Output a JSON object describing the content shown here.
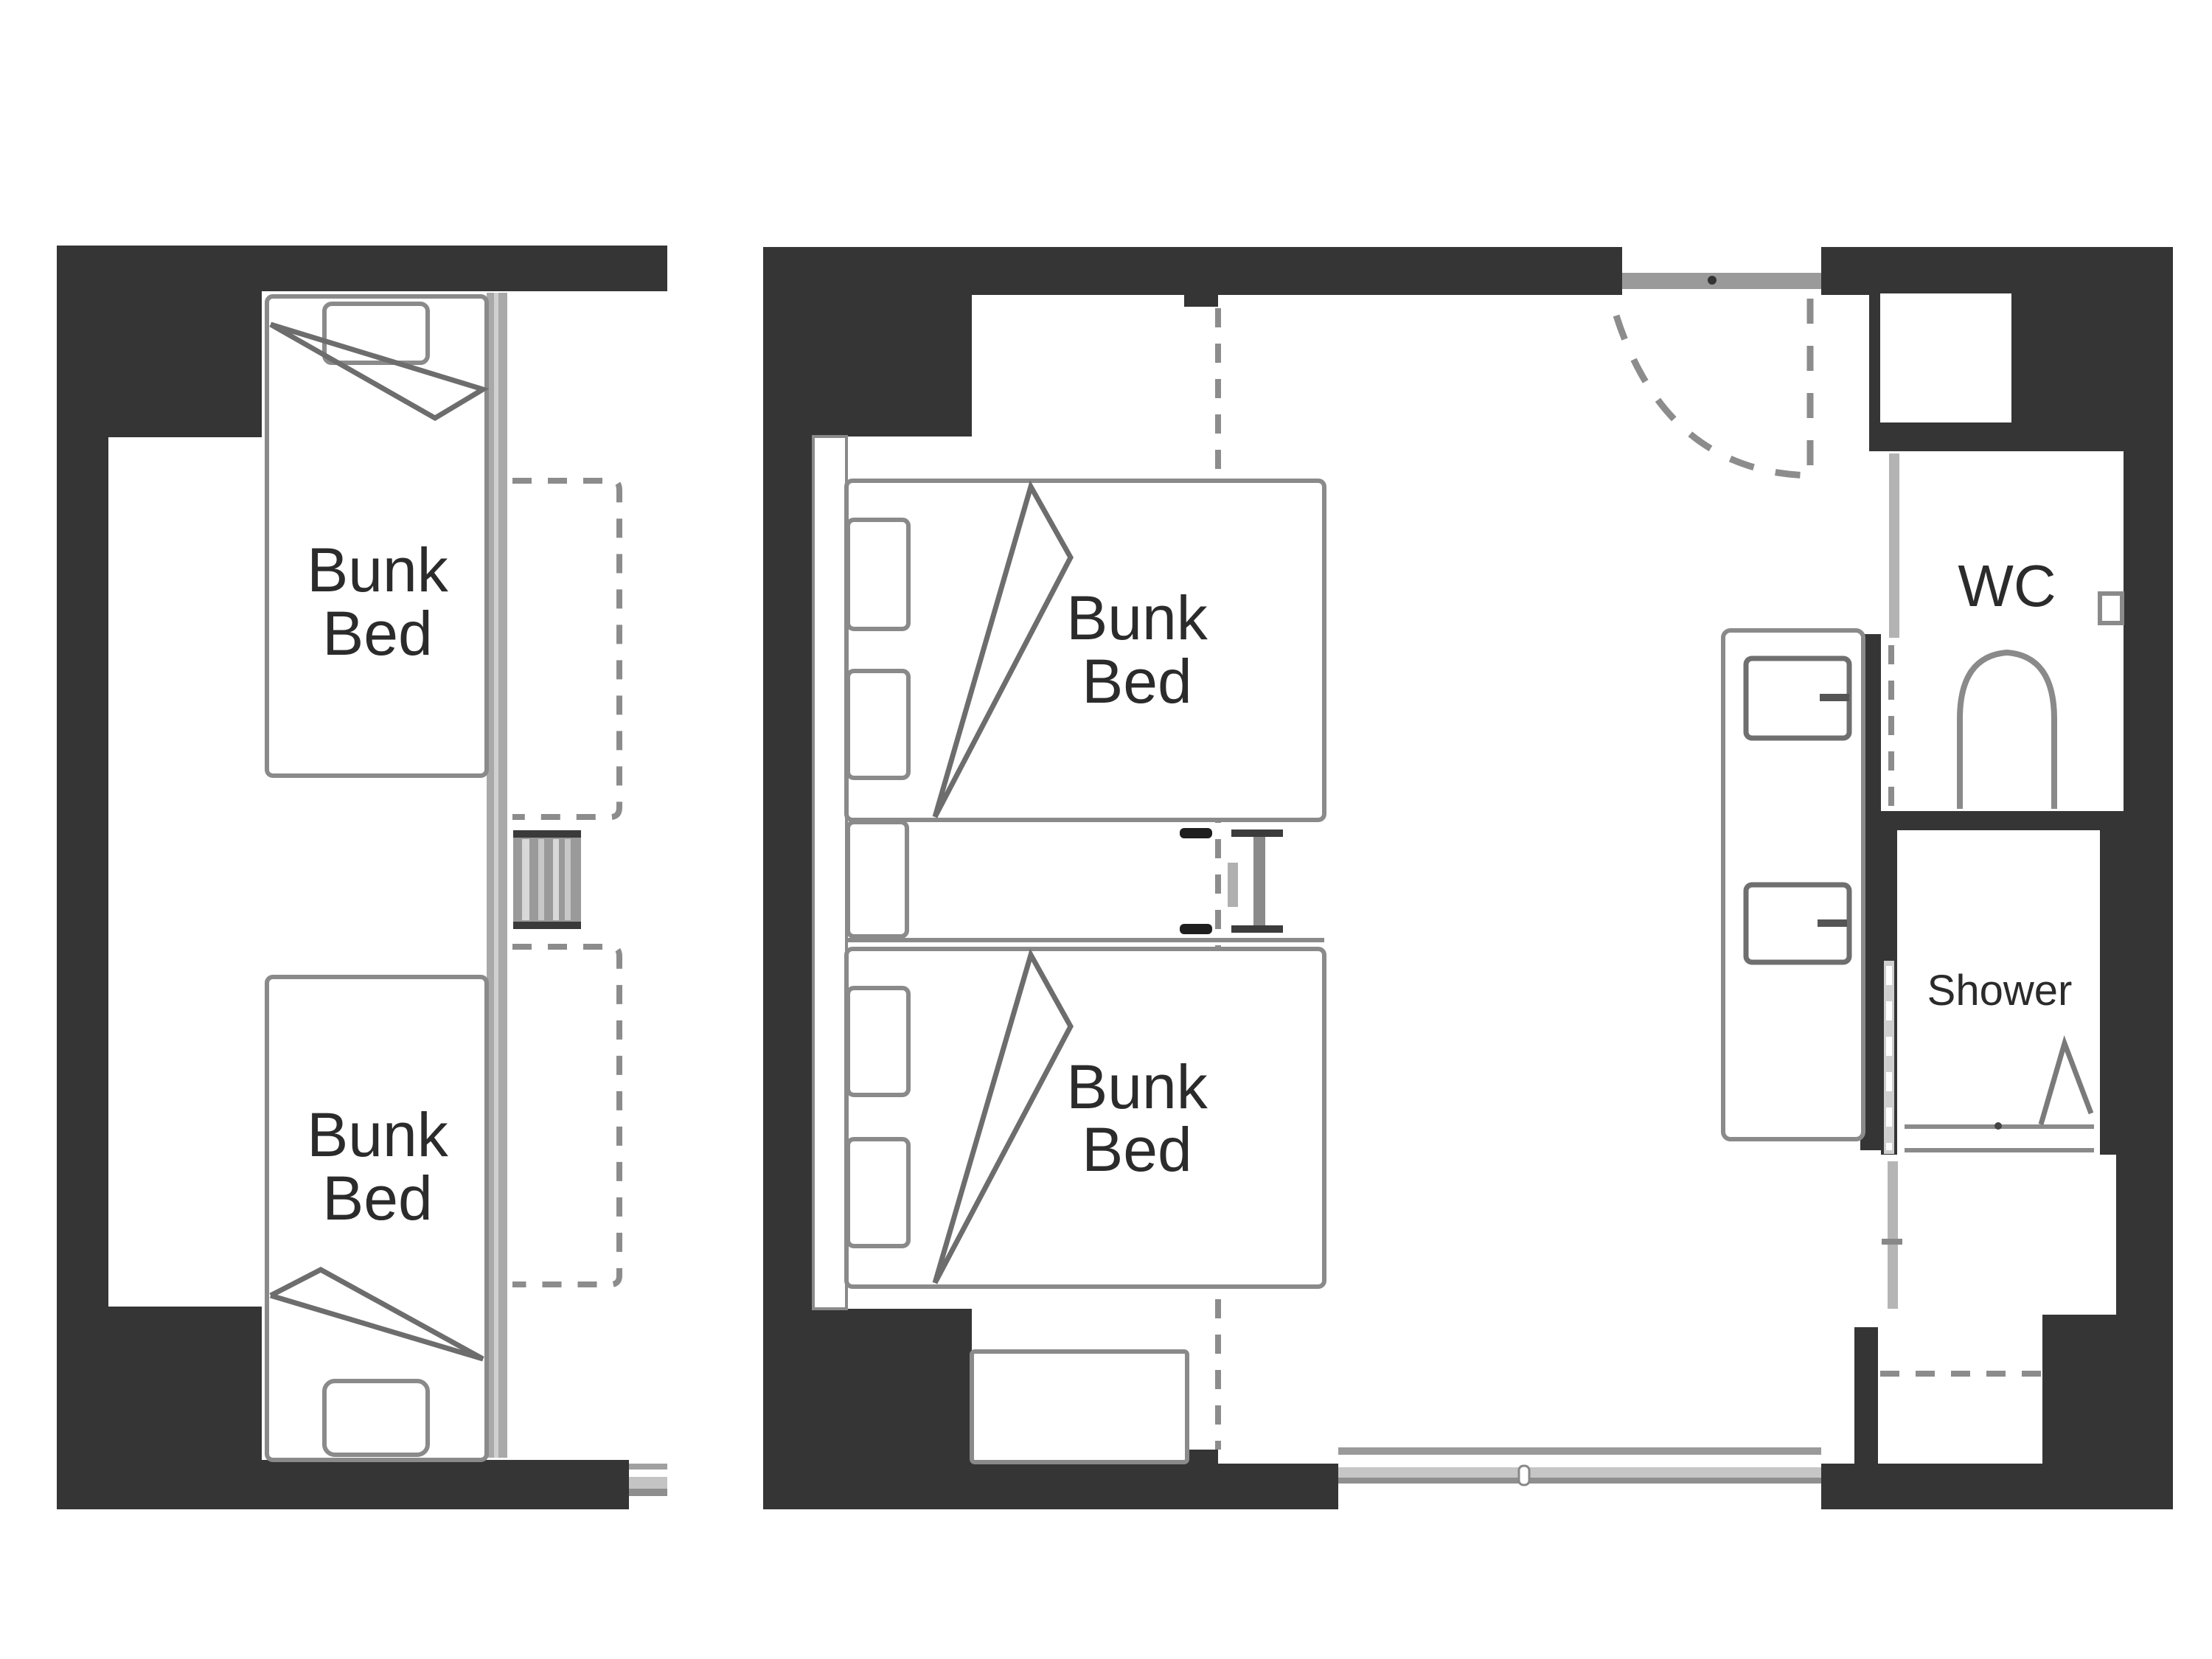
{
  "plan": {
    "type": "floor-plan",
    "colors": {
      "wall": "#353535",
      "furniture_stroke": "#8a8a8a",
      "background": "#ffffff",
      "label": "#2b2b2b"
    },
    "left_unit": {
      "rooms": [
        {
          "id": "left-upper-bunk",
          "label_line1": "Bunk",
          "label_line2": "Bed"
        },
        {
          "id": "left-lower-bunk",
          "label_line1": "Bunk",
          "label_line2": "Bed"
        }
      ],
      "features": [
        "ladder",
        "dashed-lower-bunk-outline-upper",
        "dashed-lower-bunk-outline-lower",
        "pillow-top",
        "pillow-bottom",
        "window-bottom-right"
      ]
    },
    "main_unit": {
      "rooms": [
        {
          "id": "main-upper-bunk",
          "label_line1": "Bunk",
          "label_line2": "Bed"
        },
        {
          "id": "main-lower-bunk",
          "label_line1": "Bunk",
          "label_line2": "Bed"
        },
        {
          "id": "wc",
          "label": "WC"
        },
        {
          "id": "shower",
          "label": "Shower"
        }
      ],
      "features": [
        "entrance-door-swing",
        "vanity-with-two-sinks",
        "ladder",
        "desk",
        "window-bottom",
        "closet-niche",
        "toilet"
      ]
    }
  }
}
